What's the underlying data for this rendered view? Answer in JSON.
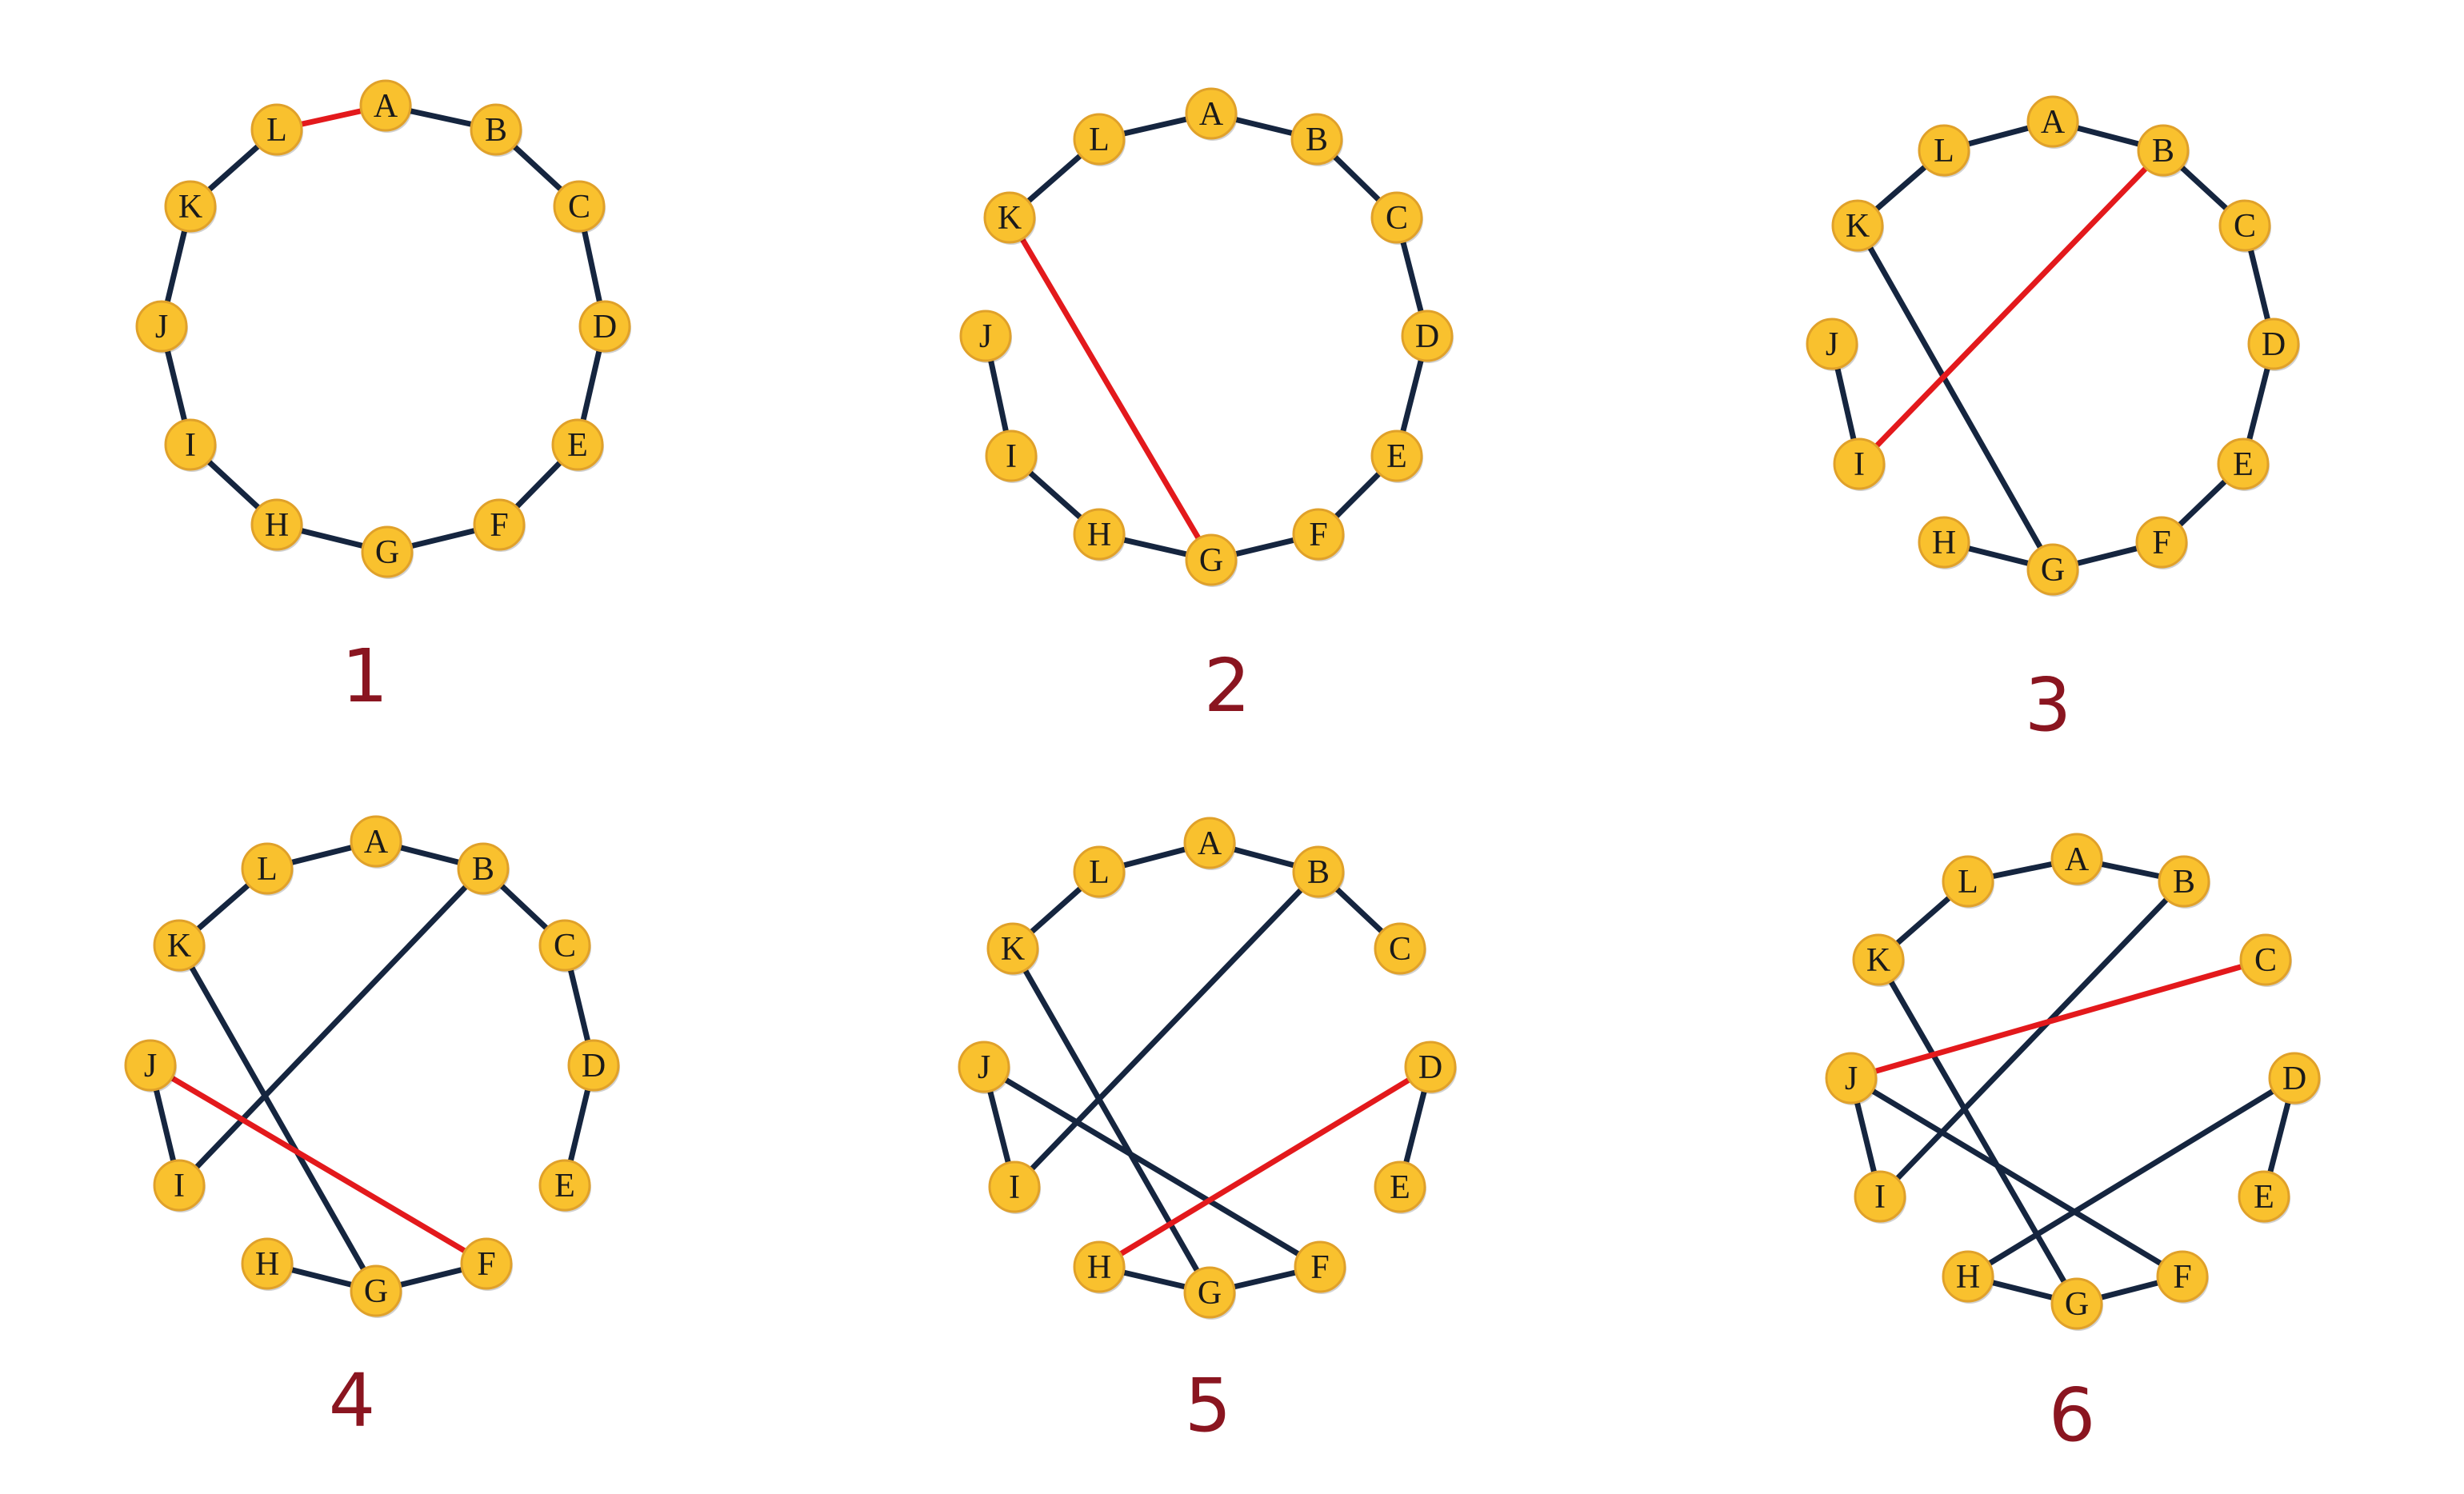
{
  "colors": {
    "node_fill": "#f9c12e",
    "node_stroke": "#e0a12a",
    "edge": "#15253f",
    "highlight_edge": "#e3191c",
    "step_number": "#8a1520"
  },
  "nodes": [
    "A",
    "B",
    "C",
    "D",
    "E",
    "F",
    "G",
    "H",
    "I",
    "J",
    "K",
    "L"
  ],
  "panels": [
    {
      "step": "1",
      "edges": [
        [
          "A",
          "B"
        ],
        [
          "B",
          "C"
        ],
        [
          "C",
          "D"
        ],
        [
          "D",
          "E"
        ],
        [
          "E",
          "F"
        ],
        [
          "F",
          "G"
        ],
        [
          "G",
          "H"
        ],
        [
          "H",
          "I"
        ],
        [
          "I",
          "J"
        ],
        [
          "J",
          "K"
        ],
        [
          "K",
          "L"
        ]
      ],
      "highlight": [
        "L",
        "A"
      ]
    },
    {
      "step": "2",
      "edges": [
        [
          "K",
          "L"
        ],
        [
          "L",
          "A"
        ],
        [
          "A",
          "B"
        ],
        [
          "B",
          "C"
        ],
        [
          "C",
          "D"
        ],
        [
          "D",
          "E"
        ],
        [
          "E",
          "F"
        ],
        [
          "F",
          "G"
        ],
        [
          "G",
          "H"
        ],
        [
          "H",
          "I"
        ],
        [
          "I",
          "J"
        ]
      ],
      "highlight": [
        "K",
        "G"
      ]
    },
    {
      "step": "3",
      "edges": [
        [
          "K",
          "L"
        ],
        [
          "L",
          "A"
        ],
        [
          "A",
          "B"
        ],
        [
          "B",
          "C"
        ],
        [
          "C",
          "D"
        ],
        [
          "D",
          "E"
        ],
        [
          "E",
          "F"
        ],
        [
          "F",
          "G"
        ],
        [
          "G",
          "H"
        ],
        [
          "I",
          "J"
        ],
        [
          "K",
          "G"
        ]
      ],
      "highlight": [
        "B",
        "I"
      ]
    },
    {
      "step": "4",
      "edges": [
        [
          "K",
          "L"
        ],
        [
          "L",
          "A"
        ],
        [
          "A",
          "B"
        ],
        [
          "B",
          "C"
        ],
        [
          "C",
          "D"
        ],
        [
          "D",
          "E"
        ],
        [
          "F",
          "G"
        ],
        [
          "G",
          "H"
        ],
        [
          "I",
          "J"
        ],
        [
          "K",
          "G"
        ],
        [
          "B",
          "I"
        ]
      ],
      "highlight": [
        "J",
        "F"
      ]
    },
    {
      "step": "5",
      "edges": [
        [
          "K",
          "L"
        ],
        [
          "L",
          "A"
        ],
        [
          "A",
          "B"
        ],
        [
          "B",
          "C"
        ],
        [
          "D",
          "E"
        ],
        [
          "F",
          "G"
        ],
        [
          "G",
          "H"
        ],
        [
          "I",
          "J"
        ],
        [
          "K",
          "G"
        ],
        [
          "B",
          "I"
        ],
        [
          "J",
          "F"
        ]
      ],
      "highlight": [
        "H",
        "D"
      ]
    },
    {
      "step": "6",
      "edges": [
        [
          "K",
          "L"
        ],
        [
          "L",
          "A"
        ],
        [
          "A",
          "B"
        ],
        [
          "D",
          "E"
        ],
        [
          "F",
          "G"
        ],
        [
          "G",
          "H"
        ],
        [
          "I",
          "J"
        ],
        [
          "K",
          "G"
        ],
        [
          "B",
          "I"
        ],
        [
          "J",
          "F"
        ],
        [
          "H",
          "D"
        ]
      ],
      "highlight": [
        "J",
        "C"
      ]
    }
  ]
}
